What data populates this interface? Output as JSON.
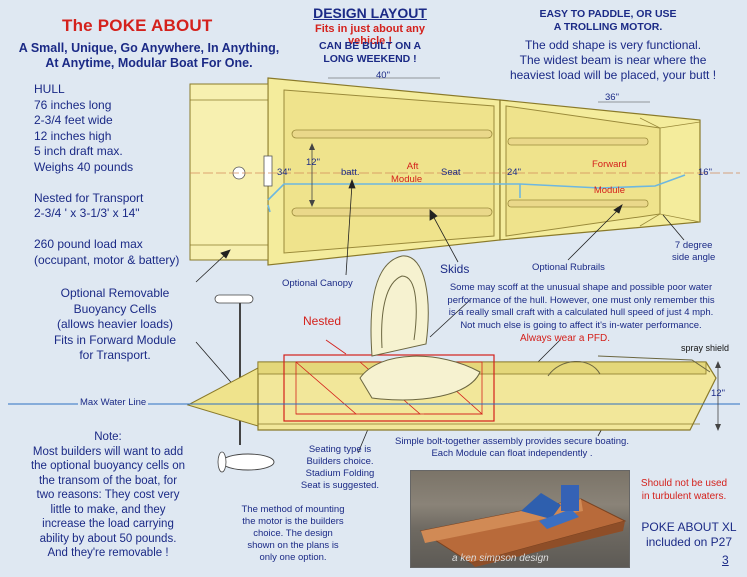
{
  "header": {
    "title": "The POKE ABOUT",
    "subtitle": [
      "A Small, Unique, Go Anywhere, In Anything,",
      "At Anytime, Modular Boat For One."
    ],
    "design_layout": "DESIGN LAYOUT",
    "fits": "Fits in just about any vehicle !",
    "weekend": [
      "CAN BE BUILT ON A",
      "LONG WEEKEND !"
    ],
    "easy": [
      "EASY TO PADDLE, OR USE",
      "A TROLLING MOTOR."
    ],
    "odd_shape": [
      "The odd shape is very functional.",
      "The widest beam is near where the",
      "heaviest load will be placed, your butt !"
    ]
  },
  "hull_specs": [
    "HULL",
    "76 inches long",
    "2-3/4 feet wide",
    "12 inches high",
    "5 inch draft max.",
    "Weighs 40 pounds",
    "",
    "Nested for Transport",
    "2-3/4 ' x 3-1/3' x 14\"",
    "",
    "260 pound load max",
    "(occupant, motor & battery)"
  ],
  "buoyancy": [
    "Optional Removable",
    "Buoyancy Cells",
    "(allows heavier loads)",
    "Fits in Forward Module",
    "for Transport."
  ],
  "note": [
    "Note:",
    "Most builders will want to add",
    "the optional buoyancy cells on",
    "the transom of the boat, for",
    "two reasons: They cost very",
    "little to make, and they",
    "increase the load carrying",
    "ability by about 50 pounds.",
    "And they're removable !"
  ],
  "dimensions": {
    "d40": "40\"",
    "d36": "36\"",
    "d34": "34\"",
    "d12a": "12\"",
    "d24": "24\"",
    "d16": "16\"",
    "d12b": "12\""
  },
  "labels": {
    "batt": "batt.",
    "aft_module": [
      "Aft",
      "Module"
    ],
    "seat": "Seat",
    "forward_module": [
      "Forward",
      "Module"
    ],
    "skids": "Skids",
    "optional_canopy": "Optional Canopy",
    "optional_rubrails": "Optional Rubrails",
    "seven_degree": [
      "7 degree",
      "side angle"
    ],
    "nested": "Nested",
    "max_water_line": "Max Water Line",
    "spray_shield": "spray shield",
    "always_pfd": "Always wear a PFD."
  },
  "performance": [
    "Some may scoff at the unusual shape and possible poor water",
    "performance of the hull. However, one must only remember this",
    "is a really small craft with a calculated hull speed of just 4 mph.",
    "Not much else is going to affect it's in-water performance."
  ],
  "seating": [
    "Seating type is",
    "Builders choice.",
    "Stadium Folding",
    "Seat is suggested."
  ],
  "motor": [
    "The method of mounting",
    "the motor is the builders",
    "choice. The design",
    "shown on the plans is",
    "only one option."
  ],
  "bolt": [
    "Simple bolt-together assembly provides secure boating.",
    "Each Module can float independently ."
  ],
  "turbulent": [
    "Should not be used",
    "in turbulent waters."
  ],
  "xl": [
    "POKE ABOUT XL",
    "included on P27"
  ],
  "page_number": "3",
  "photo_credit": "a ken simpson design",
  "colors": {
    "hull_fill": "#f4ec9c",
    "hull_shade": "#e4d77a",
    "outline": "#8a7a2a",
    "navy_text": "#1b2a86",
    "red_text": "#d4211c",
    "background": "#dfe8f2",
    "canopy_blue": "#6db7e0"
  }
}
